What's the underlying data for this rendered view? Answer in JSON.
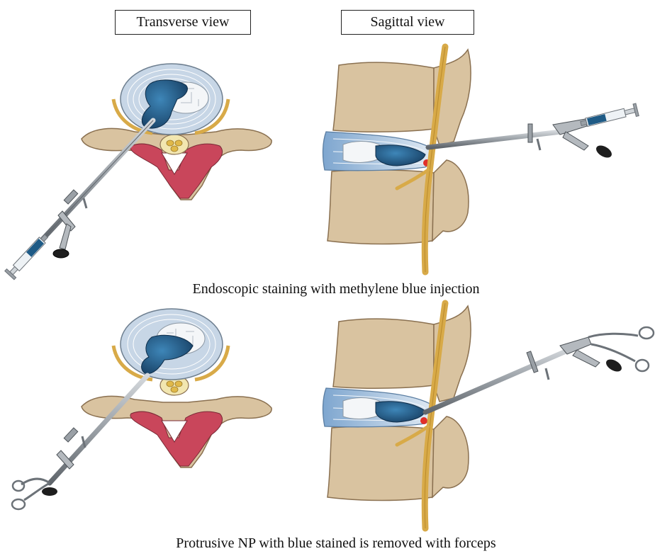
{
  "labels": {
    "transverse": "Transverse view",
    "sagittal": "Sagittal view"
  },
  "captions": {
    "top": "Endoscopic staining with methylene blue injection",
    "bottom": "Protrusive NP with blue stained is removed with forceps"
  },
  "colors": {
    "bone": "#d9c3a0",
    "bone_edge": "#8a7050",
    "nerve": "#d8aa48",
    "disc_ring": "#c7d6e6",
    "nucleus_stain": "#1f5b86",
    "canal_red": "#c9465b",
    "instrument": "#9aa0a6",
    "bleed": "#e0302a"
  }
}
